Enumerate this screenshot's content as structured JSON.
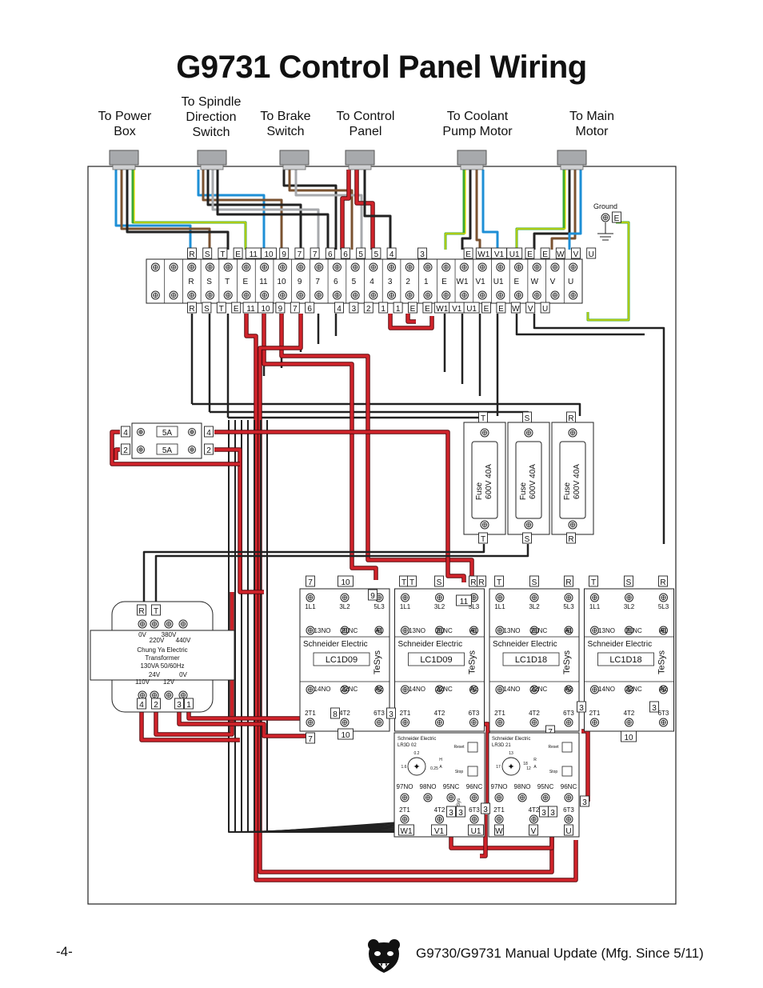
{
  "title": "G9731 Control Panel Wiring",
  "destinations": [
    {
      "id": "power",
      "line1": "To Power",
      "line2": "Box",
      "line3": ""
    },
    {
      "id": "spindle",
      "line1": "To Spindle",
      "line2": "Direction",
      "line3": "Switch"
    },
    {
      "id": "brake",
      "line1": "To Brake",
      "line2": "Switch",
      "line3": ""
    },
    {
      "id": "control",
      "line1": "To Control",
      "line2": "Panel",
      "line3": ""
    },
    {
      "id": "coolant",
      "line1": "To Coolant",
      "line2": "Pump Motor",
      "line3": ""
    },
    {
      "id": "motor",
      "line1": "To Main",
      "line2": "Motor",
      "line3": ""
    }
  ],
  "terminal_block": {
    "top_labels": [
      "R",
      "S",
      "T",
      "E",
      "11",
      "10",
      "9",
      "7",
      "7",
      "6",
      "6",
      "5",
      "5",
      "4",
      "",
      "3",
      "",
      "",
      "E",
      "W1",
      "V1",
      "U1",
      "E",
      "E",
      "W",
      "V",
      "U"
    ],
    "mid_labels": [
      "R",
      "S",
      "T",
      "E",
      "11",
      "10",
      "9",
      "7",
      "6",
      "5",
      "4",
      "3",
      "2",
      "1",
      "E",
      "W1",
      "V1",
      "U1",
      "E",
      "W",
      "V",
      "U"
    ],
    "bottom_labels": [
      "R",
      "S",
      "T",
      "E",
      "11",
      "10",
      "9",
      "7",
      "6",
      "",
      "4",
      "3",
      "2",
      "1",
      "1",
      "E",
      "E",
      "W1",
      "V1",
      "U1",
      "E",
      "E",
      "W",
      "V",
      "U"
    ]
  },
  "ground": {
    "label": "Ground",
    "tag": "E"
  },
  "breaker": {
    "rating_top": "5A",
    "rating_bottom": "5A",
    "tags": [
      "4",
      "4",
      "2",
      "2"
    ]
  },
  "fuses": [
    {
      "top_tag": "T",
      "bottom_tag": "T",
      "label": "Fuse",
      "rating": "600V 40A"
    },
    {
      "top_tag": "S",
      "bottom_tag": "S",
      "label": "Fuse",
      "rating": "600V 40A"
    },
    {
      "top_tag": "R",
      "bottom_tag": "R",
      "label": "Fuse",
      "rating": "600V 40A"
    }
  ],
  "transformer": {
    "brand": "Chung Ya Electric",
    "type": "Transformer",
    "spec": "130VA 50/60Hz",
    "top_terminals": [
      "0V",
      "380V",
      "220V",
      "440V"
    ],
    "bottom_terminals": [
      "24V",
      "0V",
      "110V",
      "12V"
    ],
    "tags_top": [
      "R",
      "T"
    ],
    "tags_bottom": [
      "4",
      "2",
      "3",
      "1"
    ]
  },
  "contactors": [
    {
      "brand": "Schneider Electric",
      "model": "LC1D09",
      "series": "TeSys",
      "top_row": [
        "1L1",
        "3L2",
        "5L3"
      ],
      "aux_top": [
        "13NO",
        "21NC",
        "A1"
      ],
      "aux_bottom": [
        "14NO",
        "22NC",
        "A2"
      ],
      "bottom_row": [
        "2T1",
        "4T2",
        "6T3"
      ],
      "tags_top": [
        "7",
        "10",
        "9"
      ],
      "tags_bottom": [
        "7",
        "10",
        "8",
        "3"
      ]
    },
    {
      "brand": "Schneider Electric",
      "model": "LC1D09",
      "series": "TeSys",
      "top_row": [
        "1L1",
        "3L2",
        "5L3"
      ],
      "aux_top": [
        "13NO",
        "21NC",
        "A1"
      ],
      "aux_bottom": [
        "14NO",
        "22NC",
        "A2"
      ],
      "bottom_row": [
        "2T1",
        "4T2",
        "6T3"
      ],
      "tags_top": [
        "T",
        "T",
        "S",
        "R",
        "R",
        "11"
      ],
      "tags_bottom": []
    },
    {
      "brand": "Schneider Electric",
      "model": "LC1D18",
      "series": "TeSys",
      "top_row": [
        "1L1",
        "3L2",
        "5L3"
      ],
      "aux_top": [
        "13NO",
        "21NC",
        "A1"
      ],
      "aux_bottom": [
        "14NO",
        "22NC",
        "A2"
      ],
      "bottom_row": [
        "2T1",
        "4T2",
        "6T3"
      ],
      "tags_top": [
        "T",
        "S",
        "R"
      ],
      "tags_bottom": [
        "7",
        "3"
      ]
    },
    {
      "brand": "Schneider Electric",
      "model": "LC1D18",
      "series": "TeSys",
      "top_row": [
        "1L1",
        "3L2",
        "5L3"
      ],
      "aux_top": [
        "13NO",
        "21NC",
        "A1"
      ],
      "aux_bottom": [
        "14NO",
        "22NC",
        "A2"
      ],
      "bottom_row": [
        "2T1",
        "4T2",
        "6T3"
      ],
      "tags_top": [
        "T",
        "S",
        "R"
      ],
      "tags_bottom": [
        "10",
        "3"
      ]
    }
  ],
  "overloads": [
    {
      "brand": "Schneider Electric",
      "model": "LR3D 02",
      "series": "TeSys",
      "dial": [
        "0.2",
        "1.6",
        "0.25"
      ],
      "dial_letters": [
        "H",
        "A"
      ],
      "buttons": [
        "Reset",
        "Stop"
      ],
      "aux": [
        "97NO",
        "98NO",
        "95NC",
        "96NC"
      ],
      "out": [
        "2T1",
        "4T2",
        "6T3"
      ],
      "tags": [
        "W1",
        "V1",
        "U1",
        "3",
        "3",
        "3"
      ]
    },
    {
      "brand": "Schneider Electric",
      "model": "LR3D 21",
      "series": "",
      "dial": [
        "13",
        "17",
        "12",
        "18"
      ],
      "dial_letters": [
        "R",
        "A"
      ],
      "buttons": [
        "Reset",
        "Stop"
      ],
      "aux": [
        "97NO",
        "98NO",
        "95NC",
        "96NC"
      ],
      "out": [
        "2T1",
        "4T2",
        "6T3"
      ],
      "tags": [
        "W",
        "V",
        "U",
        "3",
        "3",
        "3"
      ]
    }
  ],
  "page_number": "-4-",
  "footer": "G9730/G9731 Manual Update (Mfg. Since 5/11)",
  "colors": {
    "red": "#d2232a",
    "blue": "#1e8fd6",
    "brown": "#7a5230",
    "green": "#3aa935",
    "yellow": "#f2e000",
    "black": "#111111",
    "gray": "#a7a9ac"
  }
}
